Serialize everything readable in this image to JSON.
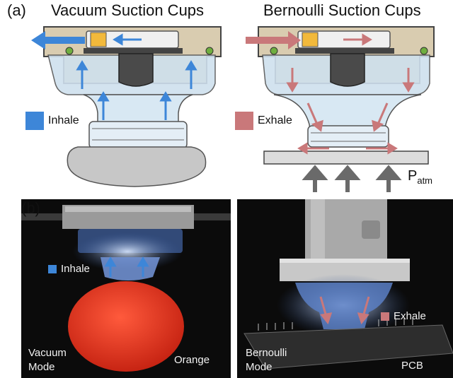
{
  "panel_a": {
    "marker": "(a)",
    "vacuum_title": "Vacuum Suction Cups",
    "bernoulli_title": "Bernoulli Suction Cups",
    "inhale_label": "Inhale",
    "exhale_label": "Exhale",
    "p_atm_main": "P",
    "p_atm_sub": "atm"
  },
  "panel_b": {
    "marker": "(b)",
    "inhale_label": "Inhale",
    "exhale_label": "Exhale",
    "vacuum_mode_line1": "Vacuum",
    "vacuum_mode_line2": "Mode",
    "orange_label": "Orange",
    "bernoulli_mode_line1": "Bernoulli",
    "bernoulli_mode_line2": "Mode",
    "pcb_label": "PCB"
  },
  "colors": {
    "inhale": "#3d86d8",
    "exhale": "#c9787a",
    "photo_bg": "#0b0b0b"
  }
}
